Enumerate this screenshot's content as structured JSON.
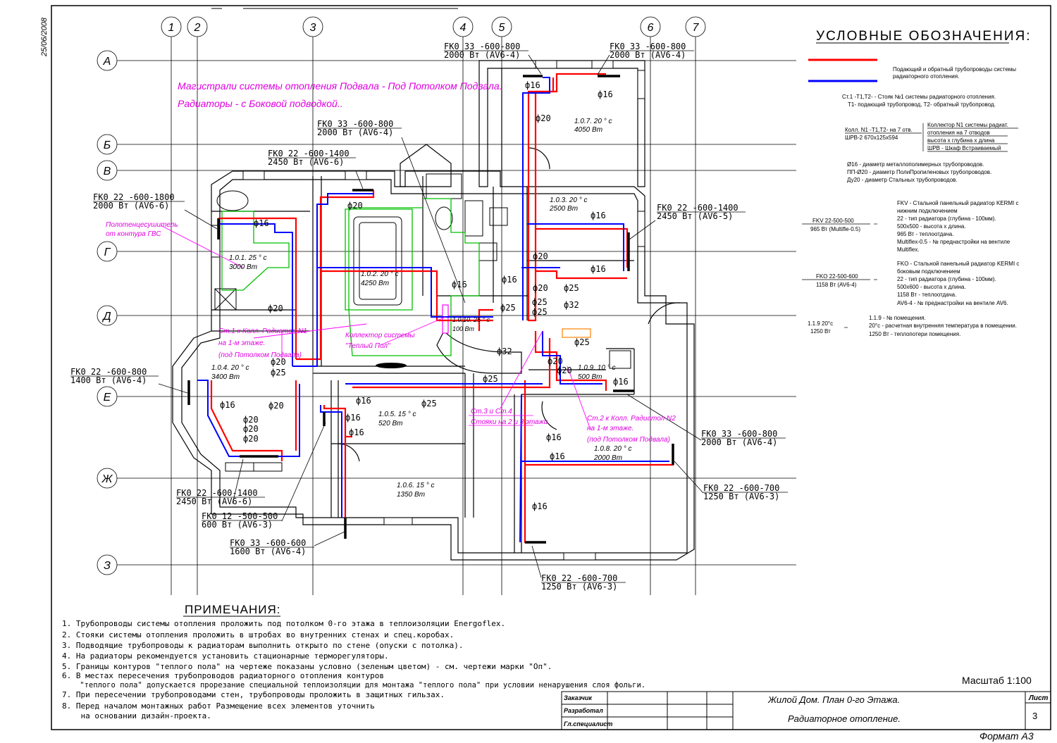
{
  "date": "25/06/2008",
  "grid": {
    "cols": [
      "1",
      "2",
      "3",
      "4",
      "5",
      "6",
      "7"
    ],
    "rows": [
      "А",
      "Б",
      "В",
      "Г",
      "Д",
      "Е",
      "Ж",
      "З"
    ]
  },
  "title_notes": [
    "Магистрали системы отопления Подвала - Под Потолком Подвала.",
    "Радиаторы - с Боковой подводкой.."
  ],
  "radiators": [
    {
      "code": "FK0 33 -600-800",
      "spec": "2000 Вт (AV6-4)"
    },
    {
      "code": "FK0 33 -600-800",
      "spec": "2000 Вт (AV6-4)"
    },
    {
      "code": "FK0 33 -600-800",
      "spec": "2000 Вт (AV6-4)"
    },
    {
      "code": "FK0 22 -600-1400",
      "spec": "2450 Вт (AV6-6)"
    },
    {
      "code": "FK0 22 -600-1800",
      "spec": "2000 Вт (AV6-6)"
    },
    {
      "code": "FK0 22 -600-1400",
      "spec": "2450 Вт (AV6-5)"
    },
    {
      "code": "FK0 22 -600-800",
      "spec": "1400 Вт (AV6-4)"
    },
    {
      "code": "FK0 33 -600-800",
      "spec": "2000 Вт (AV6-4)"
    },
    {
      "code": "FK0 22 -600-700",
      "spec": "1250 Вт (AV6-3)"
    },
    {
      "code": "FK0 22 -600-1400",
      "spec": "2450 Вт (AV6-6)"
    },
    {
      "code": "FK0 12 -500-500",
      "spec": "600 Вт (AV6-3)"
    },
    {
      "code": "FK0 33 -600-600",
      "spec": "1600 Вт (AV6-4)"
    },
    {
      "code": "FK0 22 -600-700",
      "spec": "1250 Вт (AV6-3)"
    }
  ],
  "rooms": [
    {
      "id": "1.0.7. 20 ° c",
      "load": "4050 Вт"
    },
    {
      "id": "1.0.3. 20 ° c",
      "load": "2500 Вт"
    },
    {
      "id": "1.0.1. 25 ° c",
      "load": "3000 Вт"
    },
    {
      "id": "1.0.2. 20 ° c",
      "load": "4250 Вт"
    },
    {
      "id": "1.0.10. 25 ° c",
      "load": "100 Вт"
    },
    {
      "id": "1.0.4. 20 ° c",
      "load": "3400 Вт"
    },
    {
      "id": "1.0.9. 10 ° c",
      "load": "500 Вт"
    },
    {
      "id": "1.0.5. 15 ° c",
      "load": "520 Вт"
    },
    {
      "id": "1.0.8. 20 ° c",
      "load": "2000 Вт"
    },
    {
      "id": "1.0.6. 15 ° c",
      "load": "1350 Вт"
    }
  ],
  "pipe_labels": [
    "ф16",
    "ф20",
    "ф25",
    "ф32"
  ],
  "annotations": {
    "towel": [
      "Полотенцесушитель",
      "от контура ГВС"
    ],
    "st1": [
      "Ст.1 к Колл. Радиатол N1",
      "на 1-м этаже.",
      "(под Потолком Подвала)"
    ],
    "collector": [
      "Коллектор системы",
      "\"Теплый Пол\""
    ],
    "st34": [
      "Ст.3 и Ст.4",
      "Стояки на 2 и 3 этажи"
    ],
    "st2": [
      "Ст.2 к Колл. Радиатол N2",
      "на 1-м этаже.",
      "(под Потолком Подвала)"
    ]
  },
  "legend": {
    "title": "УСЛОВНЫЕ ОБОЗНАЧЕНИЯ:",
    "supply_color": "#ff0000",
    "return_color": "#0000ff",
    "pipes_desc": [
      "Подающий и обратный трубопроводы системы",
      "радиаторного отопления."
    ],
    "st_desc": [
      "Ст.1 -Т1,Т2- - Стояк №1 системы радиаторного отопления.",
      "Т1- подающий трубопровод, Т2- обратный трубопровод."
    ],
    "koll_left": [
      "Колл. N1 -Т1,Т2- на 7 отв.",
      "ШРВ-2 670х125х594"
    ],
    "koll_right": [
      "Коллектор N1 системы радиат.",
      "отопления на 7 отводов",
      "высота х глубина х длина",
      "ШРВ - Шкаф Встраиваемый"
    ],
    "diam": [
      "Ø16 - диаметр металлополимерных трубопроводов.",
      "ПП-Ø20 - диаметр ПолиПропиленовых трубопроводов.",
      "Ду20 - диаметр Стальных трубопроводов."
    ],
    "fkv_label": [
      "FKV 22-500-500",
      "965 Вт (Multifle-0.5)"
    ],
    "fkv_desc": [
      "FKV - Стальной панельный радиатор KERMI с",
      "нижним подключением",
      "22 - тип радиатора (глубина - 100мм).",
      "500х500 - высота х длина.",
      "965 Вт - теплоотдача.",
      "Multiflex-0.5 - № преднастройки на вентиле",
      "Multiflex."
    ],
    "fko_label": [
      "FKO 22-500-600",
      "1158 Вт (AV6-4)"
    ],
    "fko_desc": [
      "FKO - Стальной панельный радиатор KERMI с",
      "боковым подключением",
      "22 - тип радиатора (глубина - 100мм).",
      "500х600 - высота х длина.",
      "1158 Вт - теплоотдача.",
      "AV6-4 - № преднастройки на вентиле AV6."
    ],
    "room_label": [
      "1.1.9 20°c",
      "1250 Вт"
    ],
    "room_desc": [
      "1.1.9 - № помещения.",
      "20°c - расчетная внутренняя температура в помещении.",
      "1250 Вт - теплопотери помещения."
    ]
  },
  "notes": {
    "title": "ПРИМЕЧАНИЯ:",
    "items": [
      "1. Трубопроводы системы отопления проложить под потолком 0-го этажа в теплоизоляции Energoflex.",
      "2. Стояки системы отопления проложить в штробах во внутренних стенах и спец.коробах.",
      "3. Подводящие трубопроводы к радиаторам выполнить открыто по стене (опуски с потолка).",
      "4. На радиаторы рекомендуется установить стационарные терморегуляторы.",
      "5. Границы контуров \"теплого пола\" на чертеже показаны условно (зеленым цветом) - см. чертежи марки \"Оп\".",
      "6. В местах пересечения трубопроводов радиаторного отопления контуров",
      "    \"теплого пола\" допускается прорезание специальной теплоизоляции для монтажа \"теплого пола\" при условии ненарушения слоя фольги.",
      "7. При пересечении трубопроводами стен, трубопроводы проложить в защитных гильзах.",
      "8. Перед началом монтажных работ Размещение всех элементов уточнить",
      "    на основании дизайн-проекта."
    ]
  },
  "scale": "Масштаб 1:100",
  "title_block": {
    "roles": [
      "Заказчик",
      "Разработал",
      "Гл.специалист"
    ],
    "title1": "Жилой Дом. План 0-го Этажа.",
    "title2": "Радиаторное отопление.",
    "sheet_label": "Лист",
    "sheet": "3"
  },
  "format": "Формат А3"
}
